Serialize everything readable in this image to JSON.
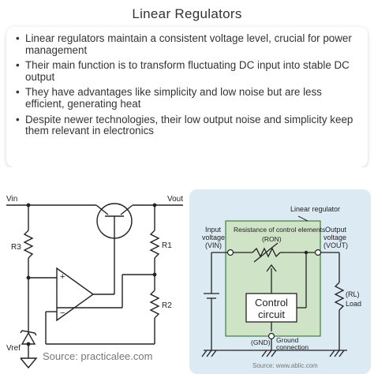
{
  "title": "Linear Regulators",
  "bullets": [
    "Linear regulators maintain a consistent voltage level, crucial for power management",
    "Their main function is to transform fluctuating DC input into stable DC output",
    "They have advantages like simplicity and low noise but are less efficient, generating heat",
    "Despite newer technologies, their low output noise and simplicity keep them relevant in electronics"
  ],
  "left_circuit": {
    "vin": "Vin",
    "vout": "Vout",
    "r1": "R1",
    "r2": "R2",
    "r3": "R3",
    "vref": "Vref",
    "opamp_plus": "+",
    "opamp_minus": "−",
    "source": "Source: practicalee.com"
  },
  "right_circuit": {
    "heading": "Linear regulator",
    "resistance_label": "Resistance of control elements",
    "ron_label": "(RON)",
    "input_voltage_1": "Input",
    "input_voltage_2": "voltage",
    "vin_label": "(VIN)",
    "output_voltage_1": "Output",
    "output_voltage_2": "voltage",
    "vout_label": "(VOUT)",
    "control_1": "Control",
    "control_2": "circuit",
    "rl_label": "(RL)",
    "load_label": "Load",
    "gnd_label": "(GND)",
    "ground_1": "Ground",
    "ground_2": "connection",
    "source": "Source: www.ablic.com"
  },
  "colors": {
    "text": "#333333",
    "panel": "#dceaf3",
    "box": "#cfe3c6",
    "box_border": "#3f7f3a",
    "wire": "#222222"
  }
}
